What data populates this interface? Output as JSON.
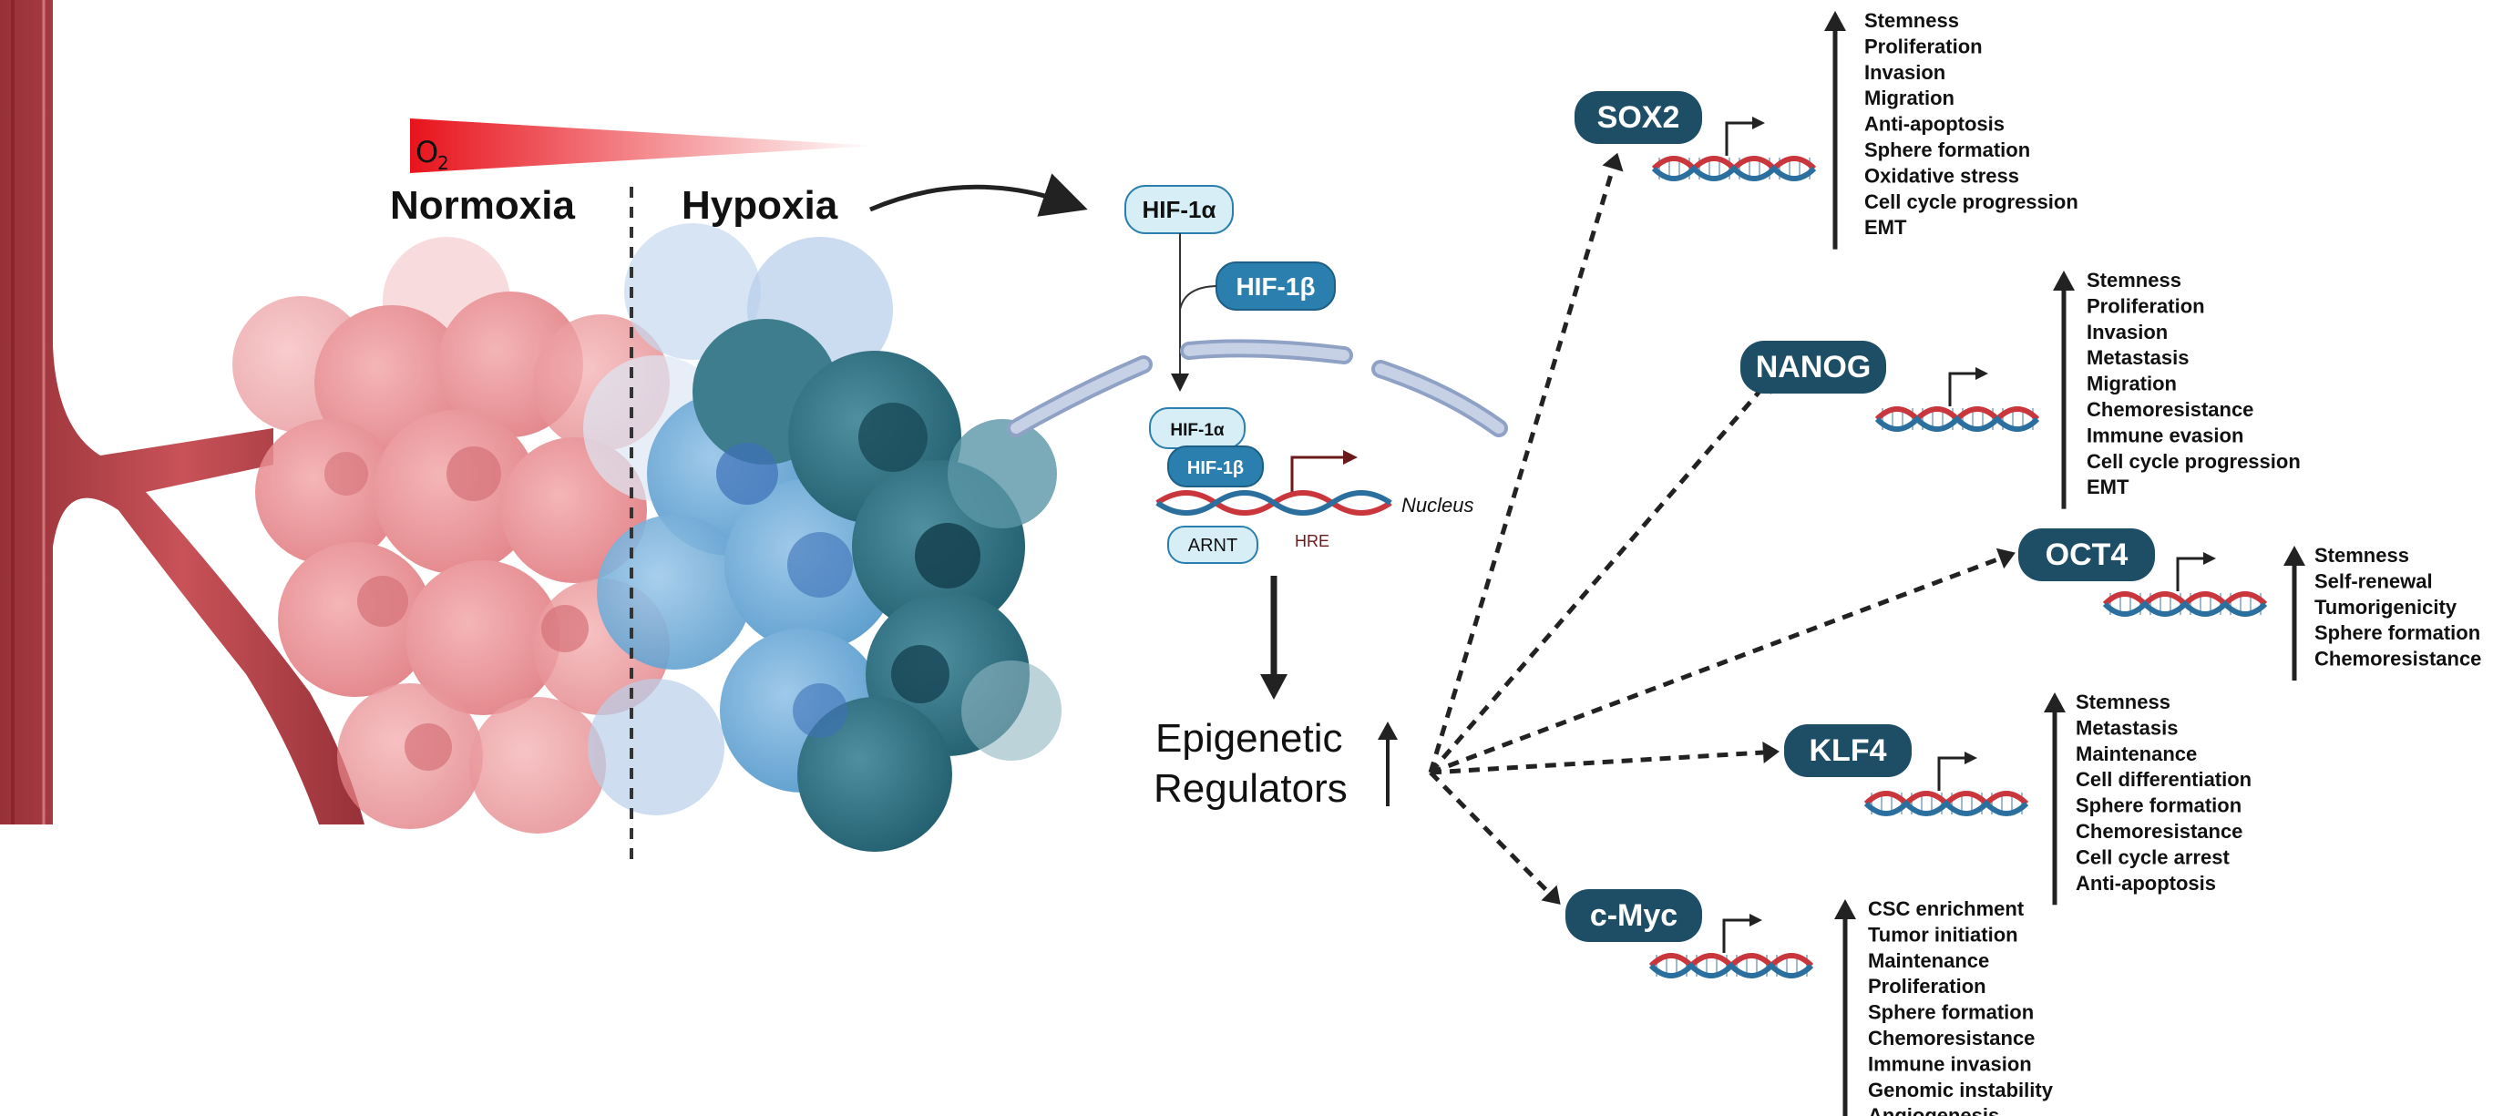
{
  "header": {
    "o2_label": "O",
    "o2_subscript": "2",
    "normoxia": "Normoxia",
    "hypoxia": "Hypoxia"
  },
  "pathway": {
    "hif1a": "HIF-1α",
    "hif1b": "HIF-1β",
    "complex_hif1a": "HIF-1α",
    "complex_hif1b": "HIF-1β",
    "arnt": "ARNT",
    "hre": "HRE",
    "nucleus": "Nucleus",
    "epigenetic_line1": "Epigenetic",
    "epigenetic_line2": "Regulators"
  },
  "genes": [
    {
      "name": "SOX2",
      "effects": [
        "Stemness",
        "Proliferation",
        "Invasion",
        "Migration",
        "Anti-apoptosis",
        "Sphere formation",
        "Oxidative stress",
        "Cell cycle progression",
        "EMT"
      ]
    },
    {
      "name": "NANOG",
      "effects": [
        "Stemness",
        "Proliferation",
        "Invasion",
        "Metastasis",
        "Migration",
        "Chemoresistance",
        "Immune evasion",
        "Cell cycle progression",
        "EMT"
      ]
    },
    {
      "name": "OCT4",
      "effects": [
        "Stemness",
        "Self-renewal",
        "Tumorigenicity",
        "Sphere formation",
        "Chemoresistance"
      ]
    },
    {
      "name": "KLF4",
      "effects": [
        "Stemness",
        "Metastasis",
        "Maintenance",
        "Cell differentiation",
        "Sphere formation",
        "Chemoresistance",
        "Cell cycle arrest",
        "Anti-apoptosis"
      ]
    },
    {
      "name": "c-Myc",
      "effects": [
        "CSC enrichment",
        "Tumor initiation",
        "Maintenance",
        "Proliferation",
        "Sphere formation",
        "Chemoresistance",
        "Immune invasion",
        "Genomic instability",
        "Angiogenesis"
      ]
    }
  ],
  "colors": {
    "gene_box": "#1d4e66",
    "hif_light": "#d7eef7",
    "hif_dark": "#2b7fae",
    "vessel": "#b3343a",
    "dna_red": "#c9363c",
    "dna_blue": "#2a6f9e",
    "normoxia_cells": "#e98a8e",
    "hypoxia_cells": "#2f7a8a"
  }
}
